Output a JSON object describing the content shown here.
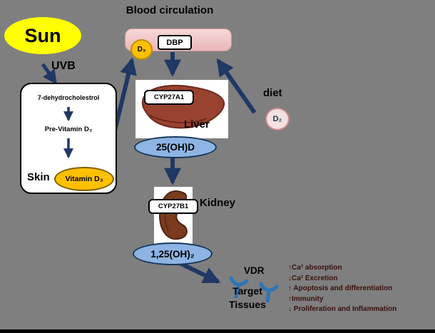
{
  "diagram_title": "Blood circulation",
  "sun": {
    "label": "Sun"
  },
  "uvb": {
    "label": "UVB"
  },
  "skin": {
    "label": "Skin",
    "precursor": "7-dehydrocholestrol",
    "previtamin": "Pre-Vitamin D₃",
    "vitamin": "Vitamin D₃"
  },
  "blood": {
    "d3": "D₃",
    "dbp": "DBP"
  },
  "liver": {
    "enzyme": "CYP27A1",
    "label": "Liver",
    "metabolite": "25(OH)D"
  },
  "kidney": {
    "enzyme": "CYP27B1",
    "label": "Kidney",
    "metabolite": "1,25(OH)₂"
  },
  "diet": {
    "label": "diet",
    "d2": "D₂"
  },
  "target": {
    "vdr": "VDR",
    "name_line1": "Target",
    "name_line2": "Tissues"
  },
  "effects": [
    "↑Ca² absorption",
    "↓Ca² Excretion",
    "↑ Apoptosis and differentiation",
    "↑Immunity",
    "↓ Proliferation and Inflammation"
  ],
  "colors": {
    "background": "#7f7f7f",
    "sun_fill": "#ffff00",
    "vessel_fill": "#f2c4c4",
    "vitamin_fill": "#ffc000",
    "metabolite_fill": "#8eb4e3",
    "arrow": "#1f3864",
    "receptor": "#2e75b6",
    "effects_text": "#3a0f0f"
  }
}
